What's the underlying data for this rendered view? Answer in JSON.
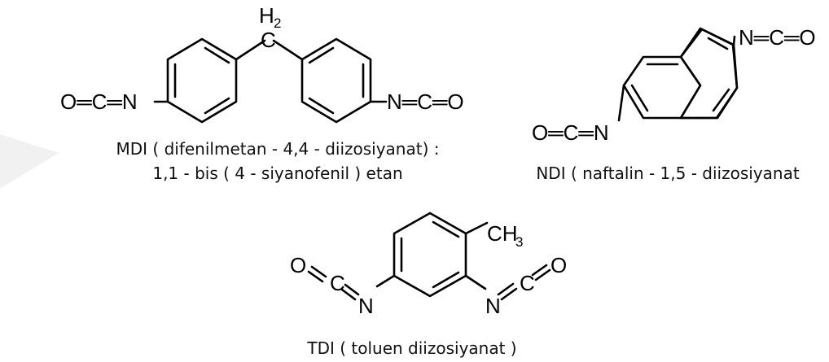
{
  "molecules": {
    "mdi": {
      "caption_line1": "MDI ( difenilmetan - 4,4 - diizosiyanat) :",
      "caption_line2": "1,1 - bis ( 4 - siyanofenil ) etan",
      "left_group": "O═C═N",
      "right_group": "N═C═O",
      "bridge_h": "H",
      "bridge_sub": "2"
    },
    "ndi": {
      "caption": "NDI ( naftalin - 1,5 - diizosiyanat",
      "top_group": "N═C═O",
      "bottom_group": "O═C═N"
    },
    "tdi": {
      "caption": "TDI ( toluen diizosiyanat )",
      "methyl_c": "CH",
      "methyl_sub": "3",
      "left_o": "O",
      "left_c": "C",
      "left_n": "N",
      "right_n": "N",
      "right_c": "C",
      "right_o": "O"
    }
  }
}
